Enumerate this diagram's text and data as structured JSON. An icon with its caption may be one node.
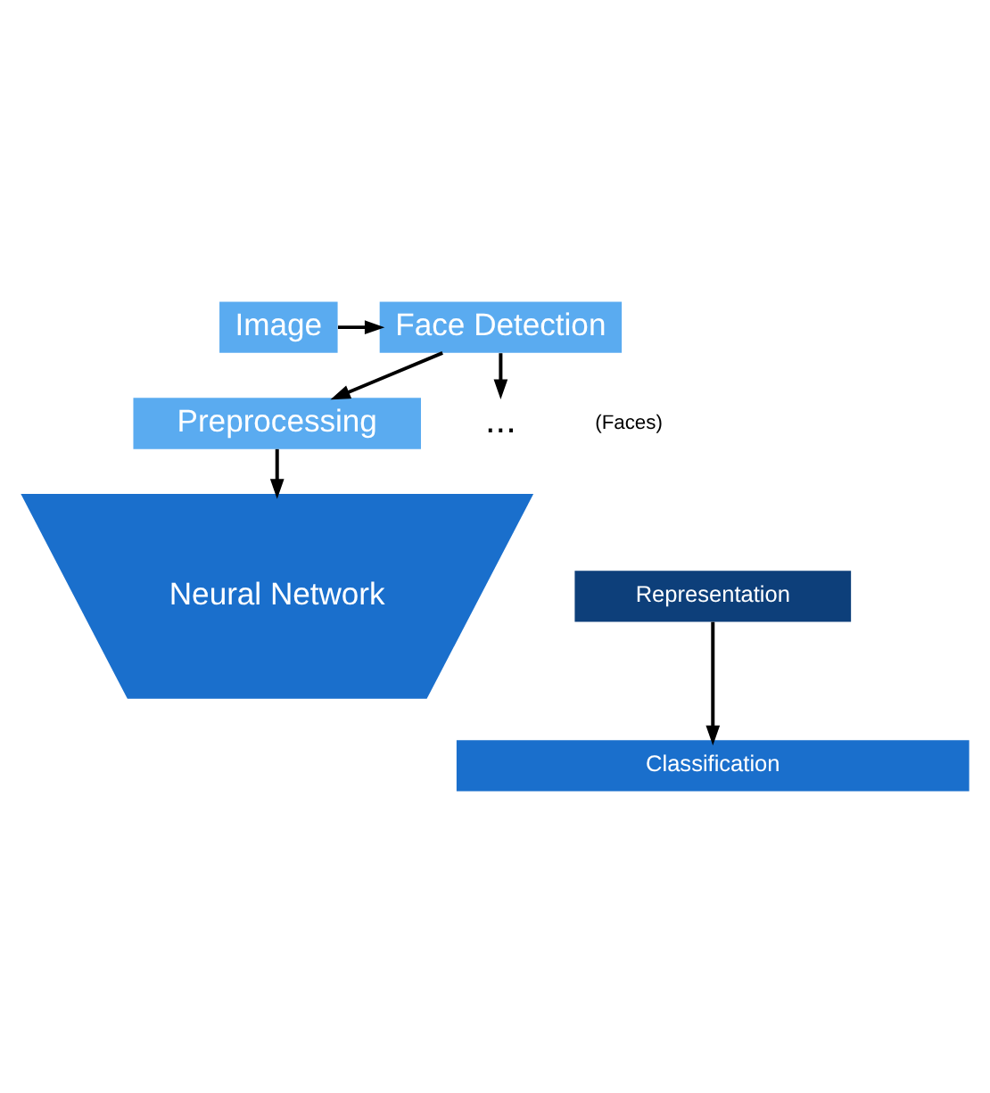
{
  "diagram": {
    "nodes": [
      {
        "text": [
          "Image"
        ]
      },
      {
        "text": [
          "Face Detection"
        ]
      },
      {
        "text": [
          "Preprocessing"
        ]
      },
      {
        "text": [
          "..."
        ]
      },
      {
        "text": [
          "Neural Network"
        ]
      },
      {
        "text": [
          "Representation"
        ]
      },
      {
        "text": [
          "Classification"
        ]
      }
    ],
    "edges": [
      {
        "from": 0,
        "to": 1,
        "arrow": "to"
      },
      {
        "from": 1,
        "to": 2,
        "arrow": "to"
      },
      {
        "from": 1,
        "to": 3,
        "arrow": "to"
      },
      {
        "from": 2,
        "to": 4,
        "arrow": "to"
      },
      {
        "from": 5,
        "to": 6,
        "arrow": "to"
      }
    ],
    "labels": [
      "(Faces)"
    ]
  }
}
